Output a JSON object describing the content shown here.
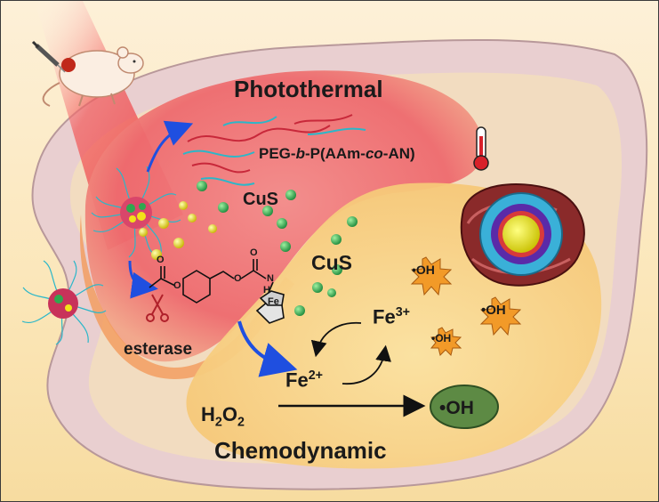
{
  "labels": {
    "photothermal": "Photothermal",
    "chemodynamic": "Chemodynamic",
    "polymer_prefix": "PEG-",
    "polymer_b": "b",
    "polymer_mid": "-P(AAm-",
    "polymer_co": "co",
    "polymer_suffix": "-AN)",
    "cus_1": "CuS",
    "cus_2": "CuS",
    "esterase": "esterase",
    "fe2_base": "Fe",
    "fe2_charge": "2+",
    "fe3_base": "Fe",
    "fe3_charge": "3+",
    "h2o2_h": "H",
    "h2o2_2a": "2",
    "h2o2_o": "O",
    "h2o2_2b": "2",
    "radical_dot": "•",
    "oh": "OH",
    "oh_small_1": "•OH",
    "oh_small_2": "•OH",
    "oh_small_3": "•OH"
  },
  "molecule": {
    "o1": "O",
    "o2": "O",
    "o3": "O",
    "o4": "O",
    "n": "N",
    "h": "H",
    "fe": "Fe"
  },
  "icons": {
    "mouse": "mouse-icon",
    "syringe": "syringe-icon",
    "thermometer": "thermometer-icon",
    "scissors": "scissors-icon",
    "nucleus": "cell-nucleus-icon",
    "nanoparticle": "nanoparticle-icon"
  },
  "colors": {
    "laser": "#e8323c",
    "photothermal_zone": "#f07070",
    "chemodynamic_zone": "#f9d98a",
    "cell_membrane": "#e6c6c8",
    "cus_particle": "#2fa84f",
    "fe_particle": "#f2e21a",
    "arrow_blue": "#1f4fe0",
    "polymer_red": "#c8283a",
    "polymer_cyan": "#2bb7c9"
  }
}
